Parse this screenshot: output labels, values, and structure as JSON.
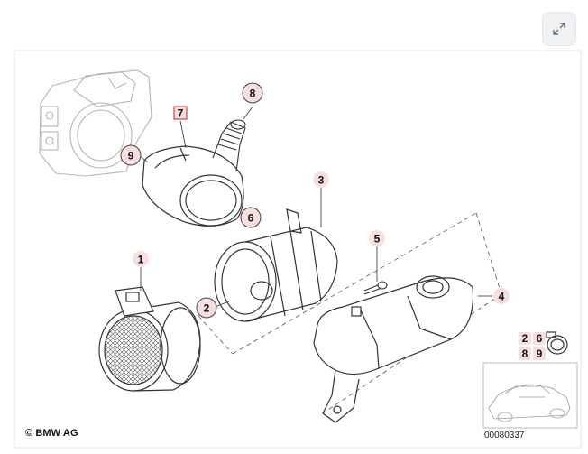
{
  "diagram": {
    "callouts": [
      {
        "label": "1"
      },
      {
        "label": "2"
      },
      {
        "label": "3"
      },
      {
        "label": "4"
      },
      {
        "label": "5"
      },
      {
        "label": "6"
      },
      {
        "label": "7"
      },
      {
        "label": "8"
      },
      {
        "label": "9"
      }
    ],
    "legend": [
      "2",
      "6",
      "8",
      "9"
    ],
    "copyright": "© BMW AG",
    "image_id": "00080337"
  },
  "toolbar": {
    "expand_icon": "expand-arrows-icon"
  },
  "colors": {
    "line": "#333333",
    "callout_fill": "#f8dede",
    "callout_stroke": "#444444",
    "frame": "#cccccc"
  }
}
